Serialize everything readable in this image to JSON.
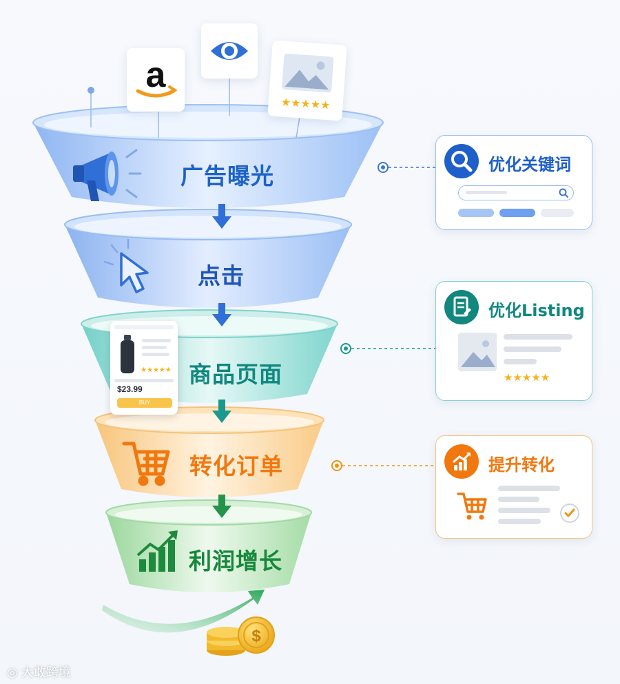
{
  "funnel": {
    "tiers": [
      {
        "label": "广告曝光",
        "color": "#1e63c6"
      },
      {
        "label": "点击",
        "color": "#1e55b8"
      },
      {
        "label": "商品页面",
        "color": "#11877f"
      },
      {
        "label": "转化订单",
        "color": "#f0780e"
      },
      {
        "label": "利润增长",
        "color": "#16873a"
      }
    ]
  },
  "cards": {
    "keywords": {
      "title": "优化关键词",
      "color": "#1f5fc9",
      "icon": "search-icon"
    },
    "listing": {
      "title": "优化Listing",
      "color": "#11877f",
      "icon": "document-icon"
    },
    "conversion": {
      "title": "提升转化",
      "color": "#f0780e",
      "icon": "chart-up-icon"
    }
  },
  "product_card": {
    "price": "$23.99",
    "button_label": "BUY"
  },
  "watermark": "大敢跨境"
}
